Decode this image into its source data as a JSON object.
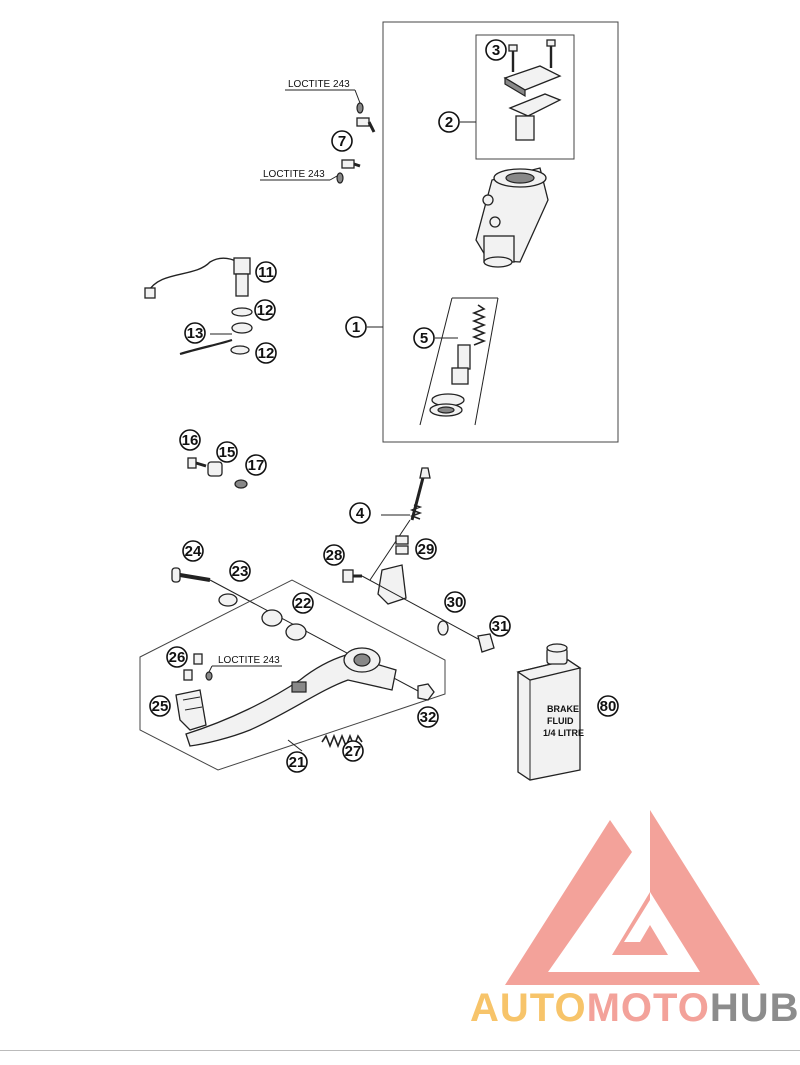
{
  "callouts": [
    {
      "id": "c1",
      "label": "1"
    },
    {
      "id": "c2",
      "label": "2"
    },
    {
      "id": "c3",
      "label": "3"
    },
    {
      "id": "c4",
      "label": "4"
    },
    {
      "id": "c5",
      "label": "5"
    },
    {
      "id": "c7",
      "label": "7"
    },
    {
      "id": "c11",
      "label": "11"
    },
    {
      "id": "c12a",
      "label": "12"
    },
    {
      "id": "c12b",
      "label": "12"
    },
    {
      "id": "c13",
      "label": "13"
    },
    {
      "id": "c15",
      "label": "15"
    },
    {
      "id": "c16",
      "label": "16"
    },
    {
      "id": "c17",
      "label": "17"
    },
    {
      "id": "c21",
      "label": "21"
    },
    {
      "id": "c22",
      "label": "22"
    },
    {
      "id": "c23",
      "label": "23"
    },
    {
      "id": "c24",
      "label": "24"
    },
    {
      "id": "c25",
      "label": "25"
    },
    {
      "id": "c26",
      "label": "26"
    },
    {
      "id": "c27",
      "label": "27"
    },
    {
      "id": "c28",
      "label": "28"
    },
    {
      "id": "c29",
      "label": "29"
    },
    {
      "id": "c30",
      "label": "30"
    },
    {
      "id": "c31",
      "label": "31"
    },
    {
      "id": "c32",
      "label": "32"
    },
    {
      "id": "c80",
      "label": "80"
    }
  ],
  "labels": {
    "loctite_1": "LOCTITE 243",
    "loctite_2": "LOCTITE 243",
    "loctite_3": "LOCTITE 243"
  },
  "fluid_can": {
    "line1": "BRAKE",
    "line2": "FLUID",
    "line3": "1/4 LITRE"
  },
  "brand": {
    "part1": "AUTO",
    "part2": "MOTO",
    "part3": "HUB"
  },
  "colors": {
    "logo_triangle": "#f3a29a",
    "brand_yellow": "#f7c46a",
    "brand_pink": "#f3a29a",
    "brand_grey": "#8c8c8c"
  }
}
